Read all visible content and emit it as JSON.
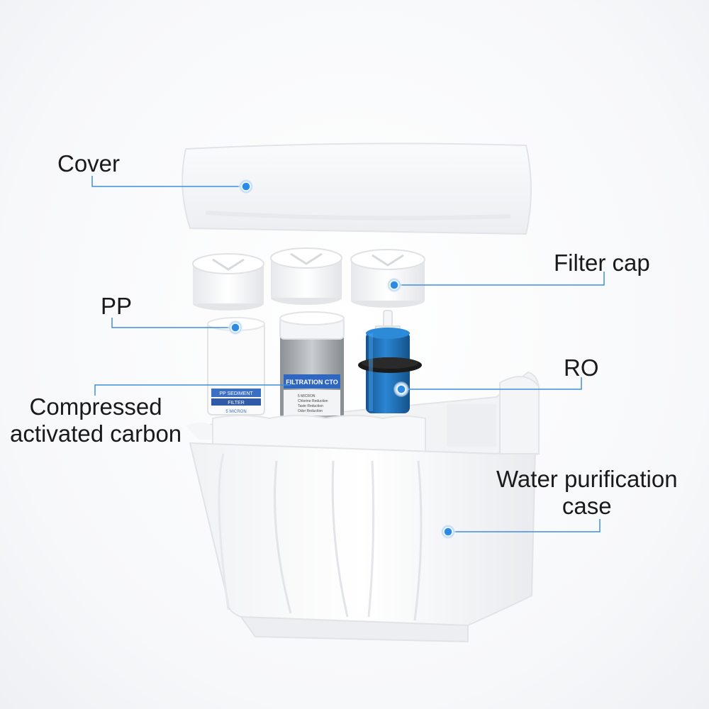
{
  "labels": {
    "cover": "Cover",
    "filter_cap": "Filter cap",
    "pp": "PP",
    "ro": "RO",
    "carbon_line1": "Compressed",
    "carbon_line2": "activated carbon",
    "case_line1": "Water purification",
    "case_line2": "case"
  },
  "cartridge_text": {
    "pp_band": "PP SEDIMENT",
    "pp_filter": "FILTER",
    "pp_micron": "5 MICRON",
    "cto_band": "FILTRATION CTO",
    "cto_lines": [
      "5 MICRON",
      "Chlorine Reduction",
      "Taste Reduction",
      "Odor Reduction"
    ]
  },
  "colors": {
    "accent": "#2b8ae6",
    "leader_line": "#3d8fe0",
    "ro_membrane": "#1e6fb8",
    "label_text": "#1a1a1a"
  }
}
